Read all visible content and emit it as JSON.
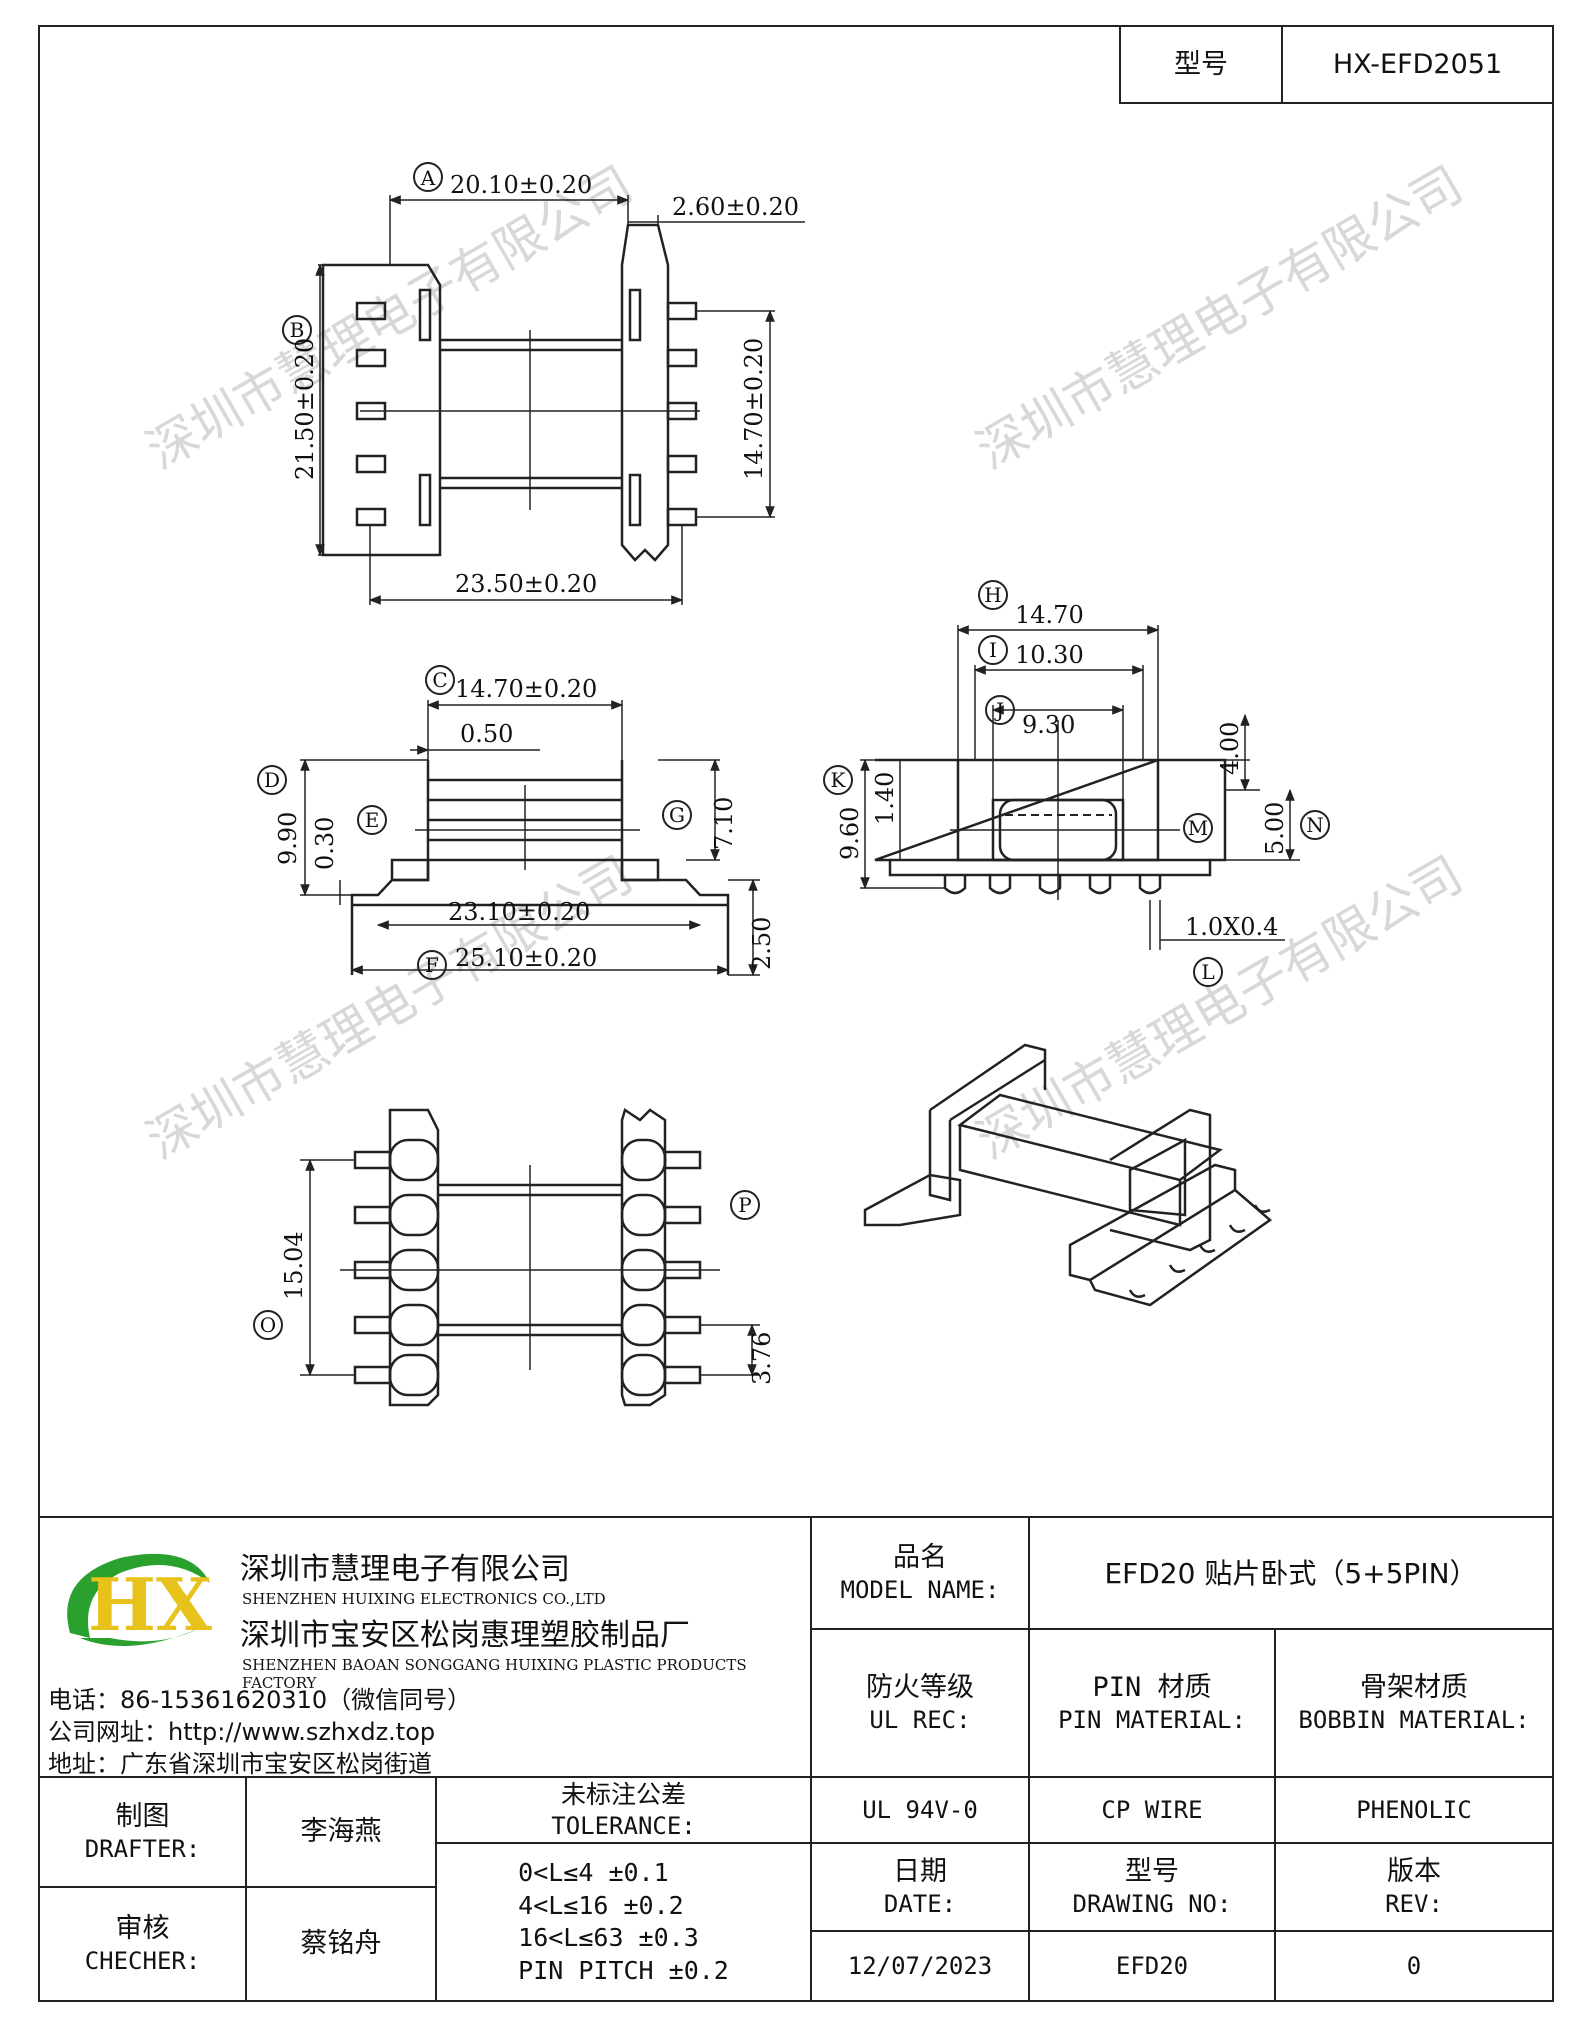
{
  "header": {
    "model_label": "型号",
    "model_value": "HX-EFD2051"
  },
  "watermark": "深圳市慧理电子有限公司",
  "drawing": {
    "top_view": {
      "A": "A",
      "A_dim": "20.10±0.20",
      "dim_260": "2.60±0.20",
      "B": "B",
      "B_dim": "21.50±0.20",
      "dim_1470": "14.70±0.20",
      "dim_2350": "23.50±0.20"
    },
    "front_view": {
      "C": "C",
      "C_dim": "14.70±0.20",
      "dim_050": "0.50",
      "D": "D",
      "dim_990": "9.90",
      "dim_030": "0.30",
      "E": "E",
      "G": "G",
      "dim_710": "7.10",
      "dim_2310": "23.10±0.20",
      "F": "F",
      "F_dim": "25.10±0.20",
      "dim_250": "2.50"
    },
    "side_view": {
      "H": "H",
      "H_dim": "14.70",
      "I": "I",
      "I_dim": "10.30",
      "J": "J",
      "J_dim": "9.30",
      "K": "K",
      "dim_960": "9.60",
      "dim_140": "1.40",
      "dim_400": "4.00",
      "dim_500": "5.00",
      "M": "M",
      "N": "N",
      "L": "L",
      "L_dim": "1.0X0.4"
    },
    "bottom_view": {
      "O": "O",
      "O_dim": "15.04",
      "P": "P",
      "P_dim": "3.76"
    }
  },
  "company": {
    "logo_letters": "HX",
    "name_cn": "深圳市慧理电子有限公司",
    "name_en": "SHENZHEN HUIXING ELECTRONICS CO.,LTD",
    "factory_cn": "深圳市宝安区松岗惠理塑胶制品厂",
    "factory_en": "SHENZHEN BAOAN SONGGANG HUIXING PLASTIC PRODUCTS FACTORY",
    "phone": "电话：86-15361620310（微信同号）",
    "website": "公司网址：http://www.szhxdz.top",
    "address": "地址：广东省深圳市宝安区松岗街道"
  },
  "title_block": {
    "model_name_cn": "品名",
    "model_name_en": "MODEL NAME:",
    "model_name_value": "EFD20 贴片卧式（5+5PIN）",
    "ul_cn": "防火等级",
    "ul_en": "UL REC:",
    "pin_cn": "PIN 材质",
    "pin_en": "PIN MATERIAL:",
    "bobbin_cn": "骨架材质",
    "bobbin_en": "BOBBIN MATERIAL:",
    "ul_value": "UL 94V-0",
    "pin_value": "CP WIRE",
    "bobbin_value": "PHENOLIC",
    "date_cn": "日期",
    "date_en": "DATE:",
    "dwg_cn": "型号",
    "dwg_en": "DRAWING NO:",
    "rev_cn": "版本",
    "rev_en": "REV:",
    "date_value": "12/07/2023",
    "dwg_value": "EFD20",
    "rev_value": "0",
    "drafter_cn": "制图",
    "drafter_en": "DRAFTER:",
    "drafter_name": "李海燕",
    "checker_cn": "审核",
    "checker_en": "CHECHER:",
    "checker_name": "蔡铭舟",
    "tol_cn": "未标注公差",
    "tol_en": "TOLERANCE:",
    "tol_lines": [
      "0<L≤4  ±0.1",
      "4<L≤16 ±0.2",
      "16<L≤63 ±0.3",
      "PIN PITCH ±0.2"
    ]
  },
  "colors": {
    "logo_green": "#2aa12f",
    "logo_yellow": "#e7c21a",
    "line": "#222222"
  }
}
